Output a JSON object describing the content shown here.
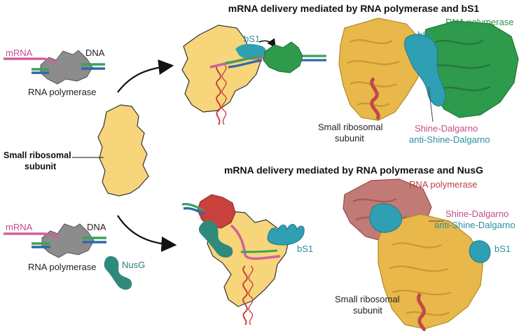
{
  "titles": {
    "top": "mRNA delivery mediated by RNA polymerase and bS1",
    "bottom": "mRNA delivery mediated by RNA polymerase and NusG"
  },
  "left": {
    "top_mrna": "mRNA",
    "top_dna": "DNA",
    "top_rnap": "RNA polymerase",
    "subunit_line1": "Small ribosomal",
    "subunit_line2": "subunit",
    "bottom_mrna": "mRNA",
    "bottom_dna": "DNA",
    "bottom_rnap": "RNA polymerase",
    "nusg": "NusG"
  },
  "top_panel": {
    "bs1_cartoon": "bS1",
    "bs1_struct": "bS1",
    "rnap_struct": "RNA polymerase",
    "ssu_line1": "Small ribosomal",
    "ssu_line2": "subunit",
    "shine": "Shine-Dalgarno",
    "antishine": "anti-Shine-Dalgarno"
  },
  "bottom_panel": {
    "bs1_cartoon": "bS1",
    "rnap_struct": "RNA polymerase",
    "shine": "Shine-Dalgarno",
    "antishine": "anti-Shine-Dalgarno",
    "bs1_struct": "bS1",
    "ssu_line1": "Small ribosomal",
    "ssu_line2": "subunit"
  },
  "colors": {
    "mrna": "#d0609b",
    "dna_green": "#3aa25a",
    "dna_blue": "#2b6aa8",
    "rnap_gray": "#8c8c8c",
    "ribosome": "#f7d57a",
    "rrna": "#c9413c",
    "bs1": "#2f9fb3",
    "rnap_green": "#2e9a4b",
    "rnap_red": "#c24848",
    "nusg": "#2f8a7c",
    "sd_pink": "#d0609b",
    "asd_teal": "#2c9aa8"
  }
}
